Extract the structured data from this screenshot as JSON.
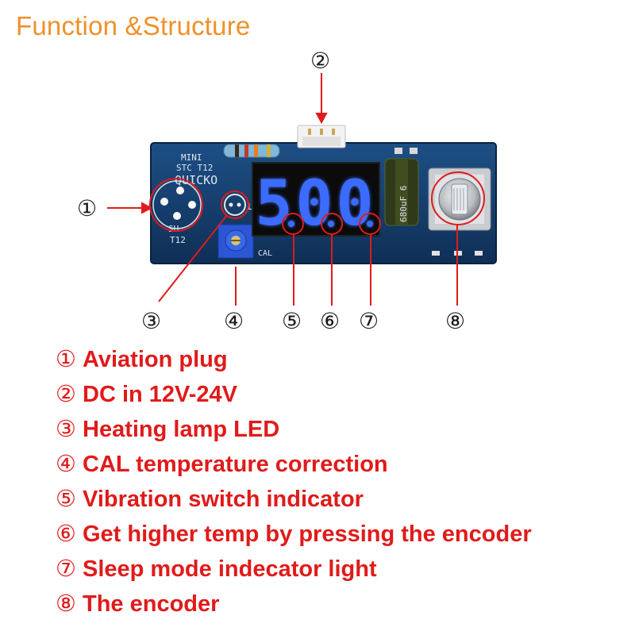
{
  "title": "Function &Structure",
  "board": {
    "silkscreen": [
      "MINI",
      "STC T12",
      "QUICKO",
      "SH",
      "T12",
      "CAL",
      "L"
    ],
    "display_value": "500",
    "capacitor_label": "680uF 6"
  },
  "callouts": [
    "①",
    "②",
    "③",
    "④",
    "⑤",
    "⑥",
    "⑦",
    "⑧"
  ],
  "legend": [
    {
      "num": "①",
      "text": "Aviation plug"
    },
    {
      "num": "②",
      "text": "DC in 12V-24V"
    },
    {
      "num": "③",
      "text": "Heating lamp LED"
    },
    {
      "num": "④",
      "text": "CAL temperature correction"
    },
    {
      "num": "⑤",
      "text": "Vibration switch indicator"
    },
    {
      "num": "⑥",
      "text": "Get higher temp by pressing the encoder"
    },
    {
      "num": "⑦",
      "text": "Sleep mode indecator light"
    },
    {
      "num": "⑧",
      "text": "The encoder"
    }
  ],
  "colors": {
    "title": "#f0902a",
    "callout": "#e11a1a",
    "pcb": "#123a66",
    "display": "#3b6cff"
  }
}
